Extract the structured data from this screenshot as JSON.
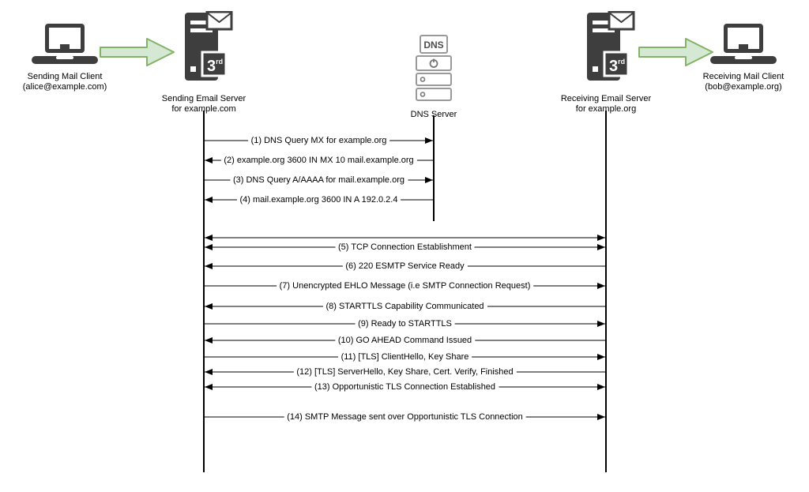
{
  "actors": {
    "sending_client": {
      "line1": "Sending Mail Client",
      "line2": "(alice@example.com)"
    },
    "sending_server": {
      "line1": "Sending Email Server",
      "line2": "for example.com"
    },
    "dns_server": {
      "line1": "DNS Server",
      "badge": "DNS"
    },
    "receiving_server": {
      "line1": "Receiving Email Server",
      "line2": "for example.org"
    },
    "receiving_client": {
      "line1": "Receiving Mail Client",
      "line2": "(bob@example.org)"
    }
  },
  "server_badge": {
    "number": "3",
    "suffix": "rd"
  },
  "colors": {
    "arrow_fill": "#d5e8d4",
    "arrow_stroke": "#82b366",
    "icon_dark": "#3e3e3e",
    "dns_stroke": "#999999",
    "line": "#000000",
    "background": "#ffffff"
  },
  "messages": [
    {
      "label": "(1) DNS Query MX for example.org",
      "from": "sending-server",
      "to": "dns-server",
      "bidirectional": false
    },
    {
      "label": "(2) example.org 3600 IN MX 10 mail.example.org",
      "from": "dns-server",
      "to": "sending-server",
      "bidirectional": false
    },
    {
      "label": "(3) DNS Query A/AAAA for mail.example.org",
      "from": "sending-server",
      "to": "dns-server",
      "bidirectional": false
    },
    {
      "label": "(4) mail.example.org 3600 IN A 192.0.2.4",
      "from": "dns-server",
      "to": "sending-server",
      "bidirectional": false
    },
    {
      "label": "(5) TCP Connection Establishment",
      "from": "sending-server",
      "to": "receiving-server",
      "bidirectional": true
    },
    {
      "label": "(6) 220 ESMTP Service Ready",
      "from": "receiving-server",
      "to": "sending-server",
      "bidirectional": false
    },
    {
      "label": "(7) Unencrypted EHLO Message (i.e SMTP Connection Request)",
      "from": "sending-server",
      "to": "receiving-server",
      "bidirectional": false
    },
    {
      "label": "(8) STARTTLS Capability Communicated",
      "from": "receiving-server",
      "to": "sending-server",
      "bidirectional": false
    },
    {
      "label": "(9) Ready to STARTTLS",
      "from": "sending-server",
      "to": "receiving-server",
      "bidirectional": false
    },
    {
      "label": "(10) GO AHEAD Command Issued",
      "from": "receiving-server",
      "to": "sending-server",
      "bidirectional": false
    },
    {
      "label": "(11) [TLS] ClientHello, Key Share",
      "from": "sending-server",
      "to": "receiving-server",
      "bidirectional": false
    },
    {
      "label": "(12) [TLS] ServerHello, Key Share, Cert. Verify, Finished",
      "from": "receiving-server",
      "to": "sending-server",
      "bidirectional": false
    },
    {
      "label": "(13) Opportunistic TLS Connection Established",
      "from": "sending-server",
      "to": "receiving-server",
      "bidirectional": true
    },
    {
      "label": "(14) SMTP Message sent over Opportunistic TLS Connection",
      "from": "sending-server",
      "to": "receiving-server",
      "bidirectional": false
    }
  ]
}
